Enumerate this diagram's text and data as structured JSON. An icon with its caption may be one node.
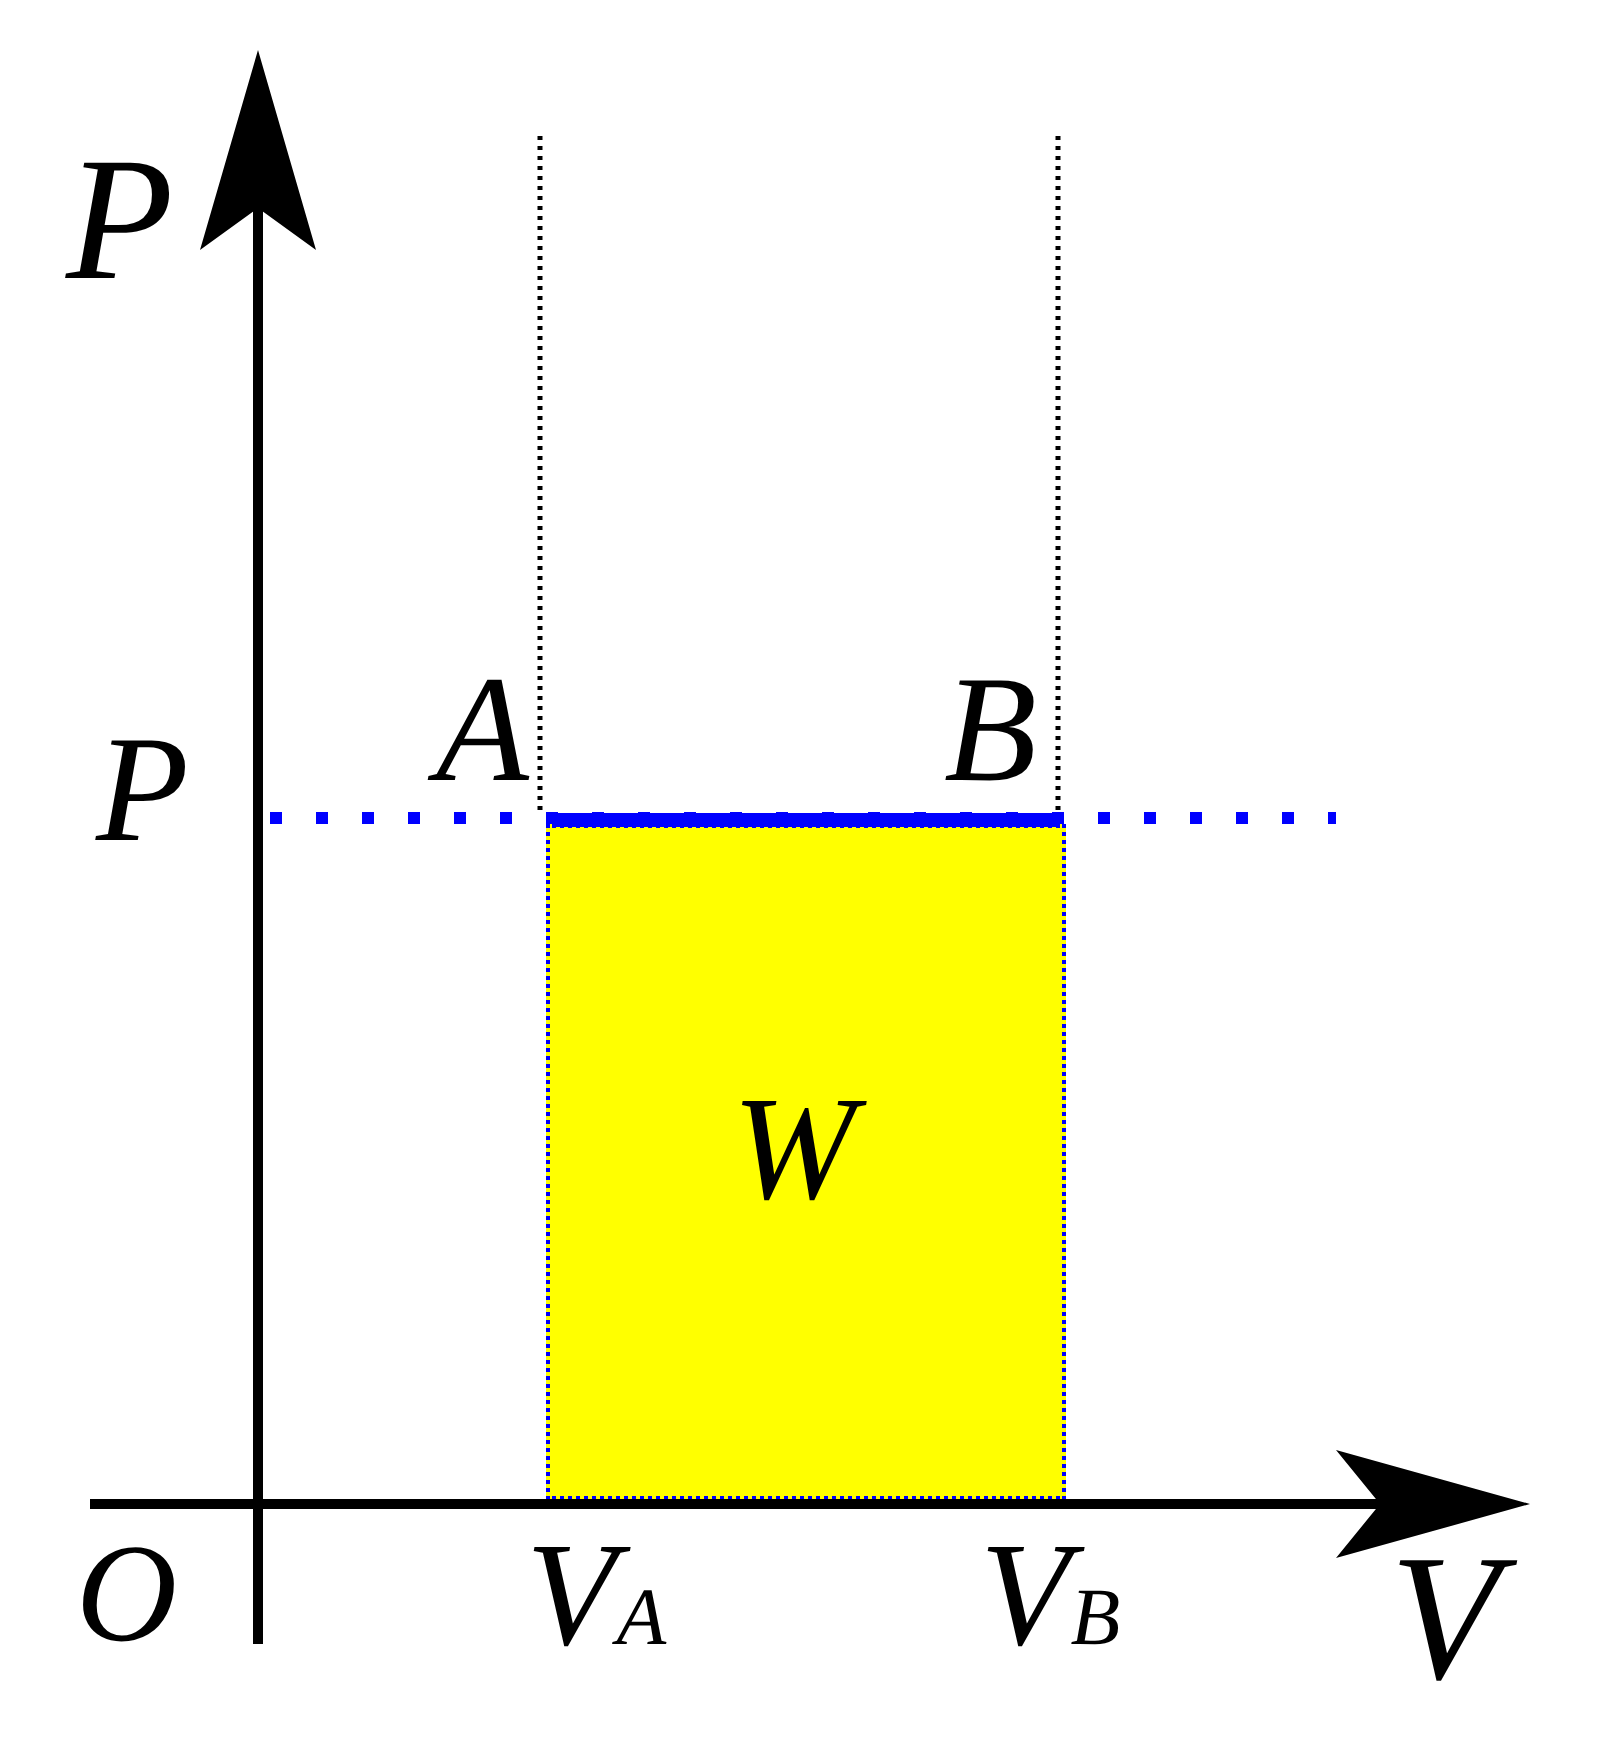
{
  "diagram": {
    "nodes": [
      {
        "text": [
          "W"
        ]
      }
    ],
    "labels": [
      "P",
      "A",
      "B",
      "P",
      "O",
      "V$_{A}$",
      "V$_{B}$",
      "V"
    ]
  }
}
